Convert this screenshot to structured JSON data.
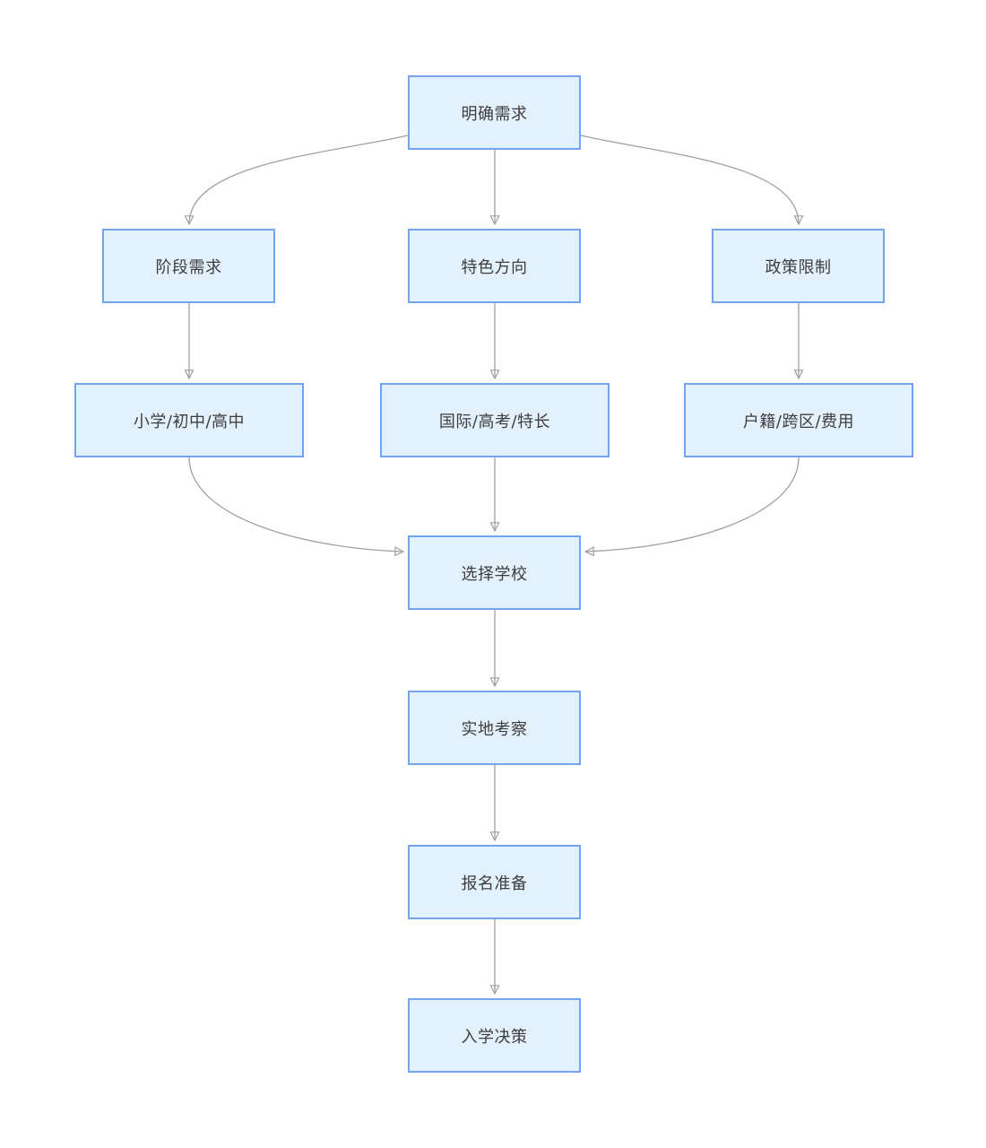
{
  "diagram": {
    "type": "flowchart",
    "background": "#ffffff",
    "colors": {
      "node_fill": "#e3f1fd",
      "node_border": "#74a4f0",
      "line_color": "#a0a0a0",
      "arrow_fill": "#adadad",
      "arrow_stroke": "#8a8a8a",
      "text_color": "#3d3d3d"
    },
    "nodes": [
      {
        "id": "clarify-needs",
        "label": "明确需求"
      },
      {
        "id": "stage-needs",
        "label": "阶段需求"
      },
      {
        "id": "feature-direction",
        "label": "特色方向"
      },
      {
        "id": "policy-limits",
        "label": "政策限制"
      },
      {
        "id": "school-levels",
        "label": "小学/初中/高中"
      },
      {
        "id": "track-options",
        "label": "国际/高考/特长"
      },
      {
        "id": "policy-factors",
        "label": "户籍/跨区/费用"
      },
      {
        "id": "choose-school",
        "label": "选择学校"
      },
      {
        "id": "site-visit",
        "label": "实地考察"
      },
      {
        "id": "registration-prep",
        "label": "报名准备"
      },
      {
        "id": "enrollment-decision",
        "label": "入学决策"
      }
    ],
    "edges": [
      {
        "from": "明确需求",
        "to": "阶段需求"
      },
      {
        "from": "明确需求",
        "to": "特色方向"
      },
      {
        "from": "明确需求",
        "to": "政策限制"
      },
      {
        "from": "阶段需求",
        "to": "小学/初中/高中"
      },
      {
        "from": "特色方向",
        "to": "国际/高考/特长"
      },
      {
        "from": "政策限制",
        "to": "户籍/跨区/费用"
      },
      {
        "from": "小学/初中/高中",
        "to": "选择学校"
      },
      {
        "from": "国际/高考/特长",
        "to": "选择学校"
      },
      {
        "from": "户籍/跨区/费用",
        "to": "选择学校"
      },
      {
        "from": "选择学校",
        "to": "实地考察"
      },
      {
        "from": "实地考察",
        "to": "报名准备"
      },
      {
        "from": "报名准备",
        "to": "入学决策"
      }
    ]
  }
}
